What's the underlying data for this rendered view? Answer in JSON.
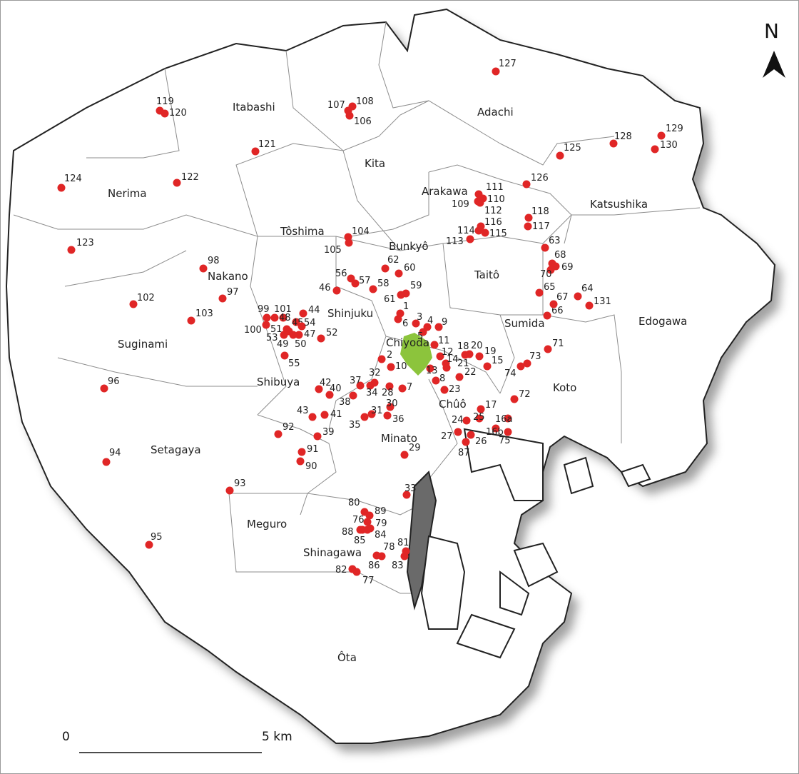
{
  "map": {
    "north_label": "N",
    "scale": {
      "start_label": "0",
      "end_label": "5 km"
    },
    "colors": {
      "land": "#ffffff",
      "outline": "#222222",
      "ward_border": "#8c8c8c",
      "shadow": "#555555",
      "marker": "#e02626",
      "imperial_palace": "#8cc43c"
    },
    "wards": [
      {
        "id": "itabashi",
        "name": "Itabashi"
      },
      {
        "id": "adachi",
        "name": "Adachi"
      },
      {
        "id": "kita",
        "name": "Kita"
      },
      {
        "id": "nerima",
        "name": "Nerima"
      },
      {
        "id": "katsushika",
        "name": "Katsushika"
      },
      {
        "id": "arakawa",
        "name": "Arakawa"
      },
      {
        "id": "toshima",
        "name": "Tôshima"
      },
      {
        "id": "bunkyo",
        "name": "Bunkyô"
      },
      {
        "id": "nakano",
        "name": "Nakano"
      },
      {
        "id": "taito",
        "name": "Taitô"
      },
      {
        "id": "shinjuku",
        "name": "Shinjuku"
      },
      {
        "id": "sumida",
        "name": "Sumida"
      },
      {
        "id": "edogawa",
        "name": "Edogawa"
      },
      {
        "id": "suginami",
        "name": "Suginami"
      },
      {
        "id": "chiyoda",
        "name": "Chiyoda"
      },
      {
        "id": "shibuya",
        "name": "Shibuya"
      },
      {
        "id": "koto",
        "name": "Koto"
      },
      {
        "id": "chuo",
        "name": "Chûô"
      },
      {
        "id": "setagaya",
        "name": "Setagaya"
      },
      {
        "id": "minato",
        "name": "Minato"
      },
      {
        "id": "meguro",
        "name": "Meguro"
      },
      {
        "id": "shinagawa",
        "name": "Shinagawa"
      },
      {
        "id": "ota",
        "name": "Ôta"
      }
    ],
    "sites": [
      "1",
      "2",
      "3",
      "4",
      "5",
      "6",
      "7",
      "8",
      "9",
      "10",
      "11",
      "12",
      "13",
      "14",
      "15",
      "16a",
      "16b",
      "17",
      "18",
      "19",
      "20",
      "21",
      "22",
      "23",
      "24",
      "25",
      "26",
      "27",
      "28",
      "29",
      "30",
      "31",
      "32",
      "33",
      "34",
      "35",
      "36",
      "37",
      "38",
      "39",
      "40",
      "41",
      "42",
      "43",
      "44",
      "45",
      "46",
      "47",
      "48",
      "49",
      "50",
      "51",
      "52",
      "53",
      "54",
      "55",
      "56",
      "57",
      "58",
      "59",
      "60",
      "61",
      "62",
      "63",
      "64",
      "65",
      "66",
      "67",
      "68",
      "69",
      "70",
      "71",
      "72",
      "73",
      "74",
      "75",
      "76",
      "77",
      "78",
      "79",
      "80",
      "81",
      "82",
      "83",
      "84",
      "85",
      "86",
      "87",
      "88",
      "89",
      "90",
      "91",
      "92",
      "93",
      "94",
      "95",
      "96",
      "97",
      "98",
      "99",
      "100",
      "101",
      "102",
      "103",
      "104",
      "105",
      "106",
      "107",
      "108",
      "109",
      "110",
      "111",
      "112",
      "113",
      "114",
      "115",
      "116",
      "117",
      "118",
      "119",
      "120",
      "121",
      "122",
      "123",
      "124",
      "125",
      "126",
      "127",
      "128",
      "129",
      "130",
      "131"
    ]
  }
}
